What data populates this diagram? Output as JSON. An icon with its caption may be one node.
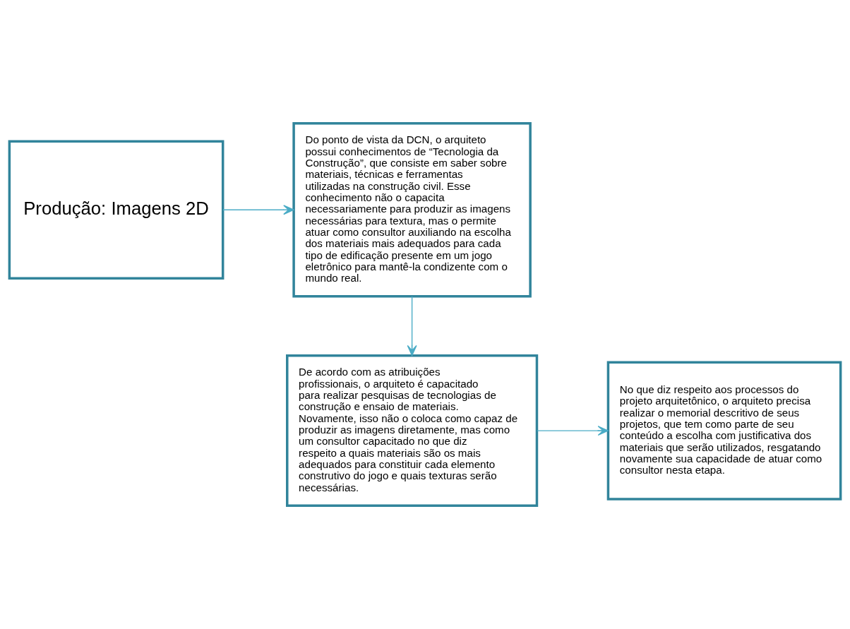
{
  "diagram": {
    "nodes": [
      {
        "text": [
          "Produção: Imagens 2D"
        ]
      },
      {
        "text": [
          "Do ponto de vista da DCN, o arquiteto possui conhecimentos de “Tecnologia da Construção”, que consiste em saber sobre materiais, técnicas e ferramentas utilizadas na construção civil. Esse conhecimento não o capacita necessariamente para produzir as imagens necessárias para textura, mas o permite atuar como consultor auxiliando na escolha dos materiais mais adequados para cada tipo de edificação presente em um jogo eletrônico para mantê-la condizente com o mundo real."
        ]
      },
      {
        "text": [
          "De acordo com as atribuições profissionais, o arquiteto é capacitado para realizar pesquisas de tecnologias de construção e ensaio de materiais. Novamente, isso não o coloca como capaz de produzir as imagens diretamente, mas como um consultor capacitado no que diz respeito a quais materiais são os mais adequados para constituir cada elemento construtivo do jogo e quais texturas serão necessárias."
        ]
      },
      {
        "text": [
          "No que diz respeito aos processos do projeto arquitetônico, o arquiteto precisa realizar o memorial descritivo de seus projetos, que tem como parte de seu conteúdo a escolha com justificativa dos materiais que serão utilizados, resgatando novamente sua capacidade de atuar como consultor nesta etapa."
        ]
      }
    ],
    "edges": [
      {
        "from": 0,
        "to": 1,
        "arrow": "to"
      },
      {
        "from": 1,
        "to": 2,
        "arrow": "to"
      },
      {
        "from": 2,
        "to": 3,
        "arrow": "to"
      }
    ]
  }
}
